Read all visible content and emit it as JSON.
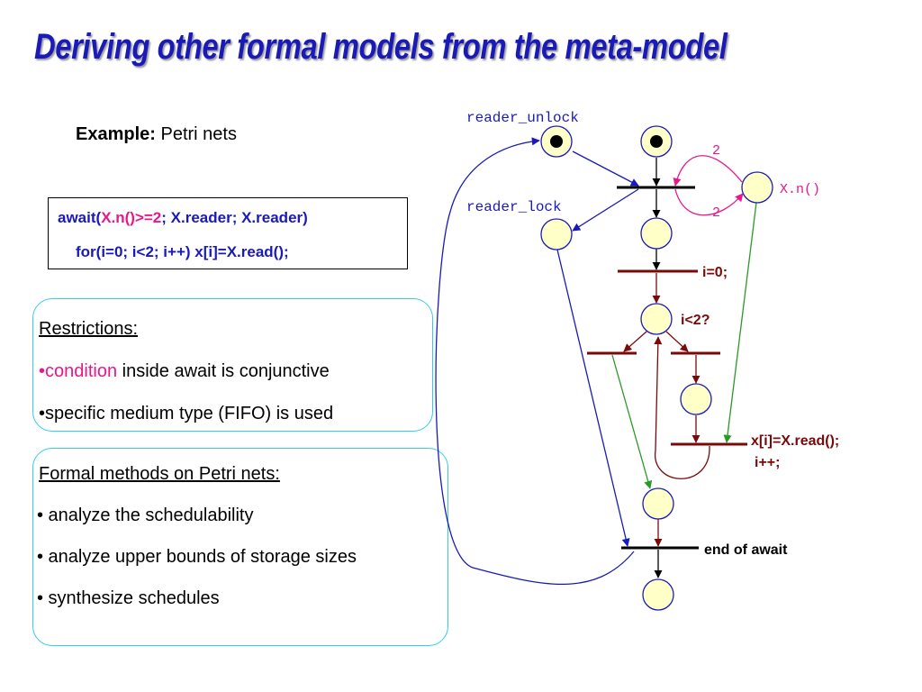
{
  "slide": {
    "title": "Deriving other formal models from the meta-model",
    "example_label": "Example:",
    "example_text": "Petri nets"
  },
  "code": {
    "line1_prefix": "await(",
    "line1_condition": "X.n()>=2",
    "line1_suffix": "; X.reader; X.reader)",
    "line2": "for(i=0; i<2; i++) x[i]=X.read();"
  },
  "restrictions": {
    "heading": "Restrictions:",
    "item1_bullet": "•",
    "item1_highlight": "condition",
    "item1_rest": " inside await is conjunctive",
    "item2": "•specific medium type (FIFO) is used"
  },
  "formal_methods": {
    "heading": " Formal methods on Petri nets:",
    "items": [
      "• analyze the schedulability",
      "• analyze upper bounds of storage sizes",
      "• synthesize schedules"
    ]
  },
  "petri_net": {
    "labels": {
      "reader_unlock": "reader_unlock",
      "reader_lock": "reader_lock",
      "xn": "X.n()",
      "weight_top": "2",
      "weight_bottom": "2",
      "i0": "i=0;",
      "ilt2": "i<2?",
      "xread": "x[i]=X.read();",
      "iinc": "i++;",
      "end": "end of await"
    },
    "colors": {
      "arc_blue": "#1a1ab8",
      "arc_dark_red": "#7a0a0a",
      "arc_pink": "#e8188c",
      "arc_green": "#2a9a2a",
      "place_fill": "#ffffc8",
      "place_stroke": "#1a1ab8",
      "label_mono": "#1a1ab8"
    }
  }
}
